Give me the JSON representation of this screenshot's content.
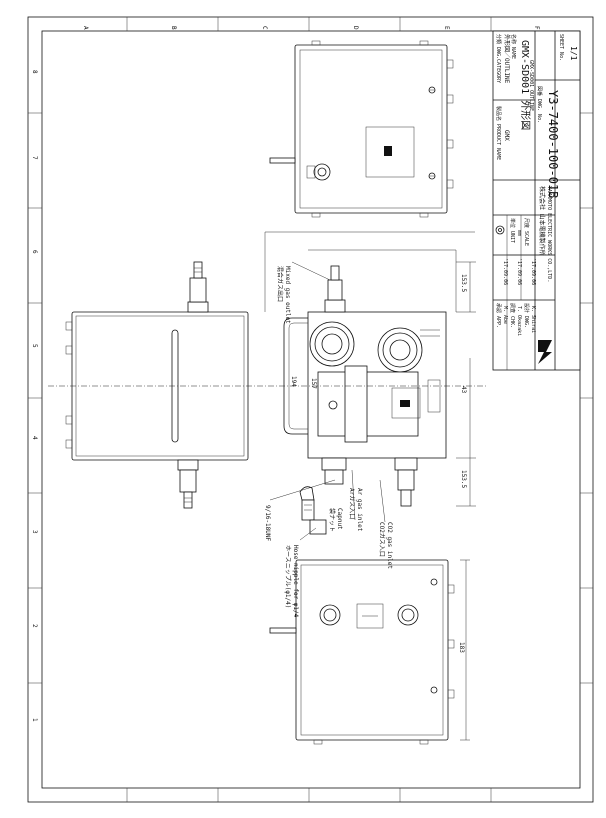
{
  "grid_columns": [
    "A",
    "B",
    "C",
    "D",
    "E",
    "F"
  ],
  "grid_rows": [
    "1",
    "2",
    "3",
    "4",
    "5",
    "6",
    "7",
    "8"
  ],
  "title_block": {
    "category_label": "分類 DWG.CATEGORY",
    "category_value": "外形図／OUTLINE",
    "product_name_label": "製品名 PRODUCT NAME",
    "product_name_value": "GMX",
    "name_label": "名称 NAME",
    "drawing_title": "GMX-SD001 外形図",
    "drawing_subtitle": "GMX-SD001 OUTLINE",
    "dwg_no_label": "図番 DWG. No.",
    "dwg_no": "Y3-7400-100-01B",
    "sheet_label": "SHEET No.",
    "sheet_value": "1/1",
    "approved_label": "承認 APP.",
    "approved_name": "M. Abe",
    "approved_date": "'17.09.06",
    "checked_label": "調査 CHK.",
    "checked_name": "T. Okazaki",
    "checked_date": "'17.09.06",
    "drawn_label": "設計 DWG.",
    "drawn_name": "K. Shirai",
    "drawn_date": "'17.09.06",
    "unit_label": "単位 UNIT",
    "unit_value": "mm",
    "scale_label": "尺度 SCALE",
    "scale_value": "",
    "company_jp": "株式会社 山本電機製作所",
    "company_en": "YAMAMOTO ELECTRIC WORKS CO.,LTD."
  },
  "annotations": {
    "mixed_gas_outlet_jp": "混合ガス出口",
    "mixed_gas_outlet_en": "Mixed gas outlet",
    "ar_gas_inlet_jp": "Arガス入口",
    "ar_gas_inlet_en": "Ar gas inlet",
    "co2_gas_inlet_jp": "CO2ガス入口",
    "co2_gas_inlet_en": "CO2 gas inlet",
    "capnut_jp": "袋ナット",
    "capnut_en": "Capnut",
    "hose_nipple_jp": "ホースニップル(φ1/4)",
    "hose_nipple_en": "Hose nipple for φ1/4",
    "thread": "9/16-18UNF"
  },
  "dimensions": {
    "d194": "194",
    "d157": "157",
    "d153_5a": "153.5",
    "d153_5b": "153.5",
    "d43": "43",
    "d183": "183"
  }
}
